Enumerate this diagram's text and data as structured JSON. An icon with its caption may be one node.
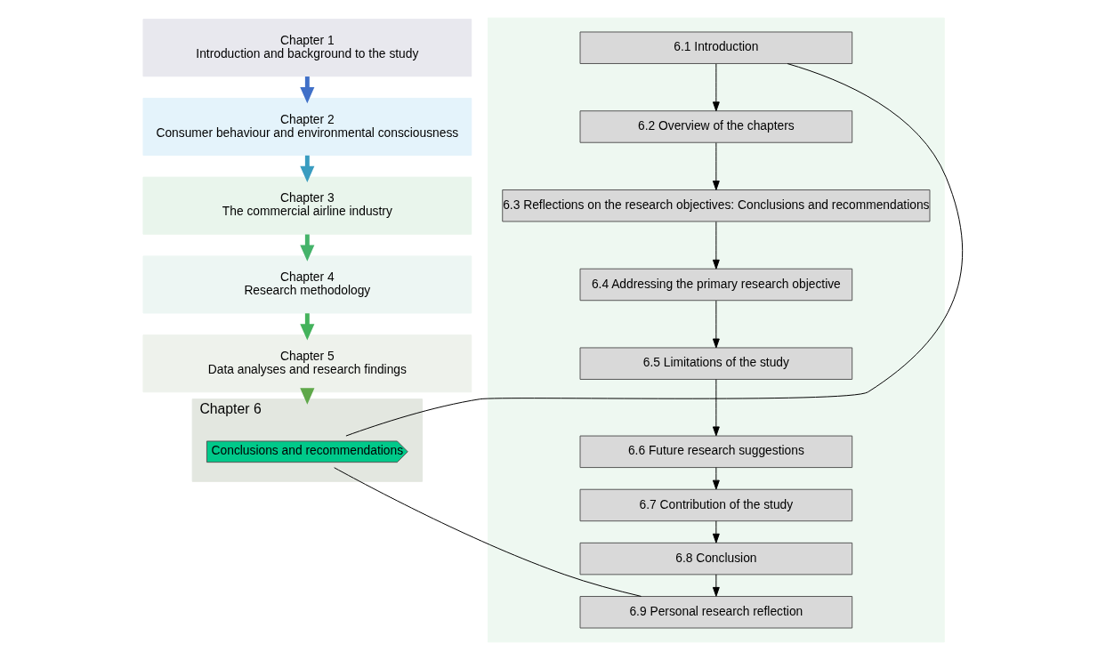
{
  "diagram": {
    "nodes": [
      {
        "text": [
          "Chapter 1",
          "Introduction and background to the study"
        ]
      },
      {
        "text": [
          "Chapter 2",
          "Consumer behaviour and environmental consciousness"
        ]
      },
      {
        "text": [
          "Chapter 3",
          "The commercial airline industry"
        ]
      },
      {
        "text": [
          "Chapter 4",
          "Research methodology"
        ]
      },
      {
        "text": [
          "Chapter 5",
          "Data analyses and research findings"
        ]
      },
      {
        "text": [
          "Chapter 6"
        ]
      },
      {
        "text": [
          "Conclusions and recommendations"
        ],
        "in": 5
      },
      {
        "text": [],
        "shape": "box"
      },
      {
        "text": [
          "6.1 Introduction"
        ],
        "in": 7
      },
      {
        "text": [
          "6.2 Overview of the chapters"
        ],
        "in": 7
      },
      {
        "text": [
          "6.3 Reflections on the research objectives: Conclusions and recommendations"
        ],
        "in": 7
      },
      {
        "text": [
          "6.4 Addressing the primary research objective"
        ],
        "in": 7
      },
      {
        "text": [
          "6.5 Limitations of the study"
        ],
        "in": 7
      },
      {
        "text": [
          "6.6 Future research suggestions"
        ],
        "in": 7
      },
      {
        "text": [
          "6.7 Contribution of the study"
        ],
        "in": 7
      },
      {
        "text": [
          "6.8 Conclusion"
        ],
        "in": 7
      },
      {
        "text": [
          "6.9 Personal research reflection"
        ],
        "in": 7
      }
    ],
    "edges": [
      {
        "from": 0,
        "to": 1,
        "arrow": "to",
        "style": "thick",
        "color": "#4070c8"
      },
      {
        "from": 1,
        "to": 2,
        "arrow": "to",
        "style": "thick",
        "color": "#3a9cc0"
      },
      {
        "from": 2,
        "to": 3,
        "arrow": "to",
        "style": "thick",
        "color": "#45b36a"
      },
      {
        "from": 3,
        "to": 4,
        "arrow": "to",
        "style": "thick",
        "color": "#44b25c"
      },
      {
        "from": 4,
        "to": 5,
        "arrow": "to",
        "style": "thick",
        "color": "#5fa84a"
      },
      {
        "from": 6,
        "to": 8,
        "arrow": "none"
      },
      {
        "from": 6,
        "to": 16,
        "arrow": "none"
      },
      {
        "from": 8,
        "to": 9,
        "arrow": "to"
      },
      {
        "from": 9,
        "to": 10,
        "arrow": "to"
      },
      {
        "from": 10,
        "to": 11,
        "arrow": "to"
      },
      {
        "from": 11,
        "to": 12,
        "arrow": "to"
      },
      {
        "from": 12,
        "to": 13,
        "arrow": "to"
      },
      {
        "from": 13,
        "to": 14,
        "arrow": "to"
      },
      {
        "from": 14,
        "to": 15,
        "arrow": "to"
      },
      {
        "from": 15,
        "to": 16,
        "arrow": "to"
      }
    ]
  }
}
